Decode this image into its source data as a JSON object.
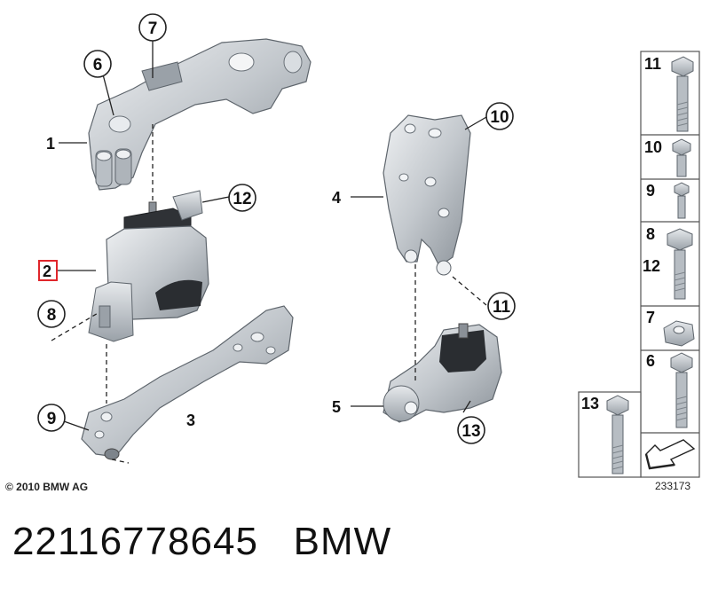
{
  "callouts": {
    "c1": "1",
    "c2": "2",
    "c3": "3",
    "c4": "4",
    "c5": "5",
    "c6": "6",
    "c7": "7",
    "c8": "8",
    "c9": "9",
    "c10": "10",
    "c11": "11",
    "c12": "12",
    "c13": "13"
  },
  "hardware_table": {
    "rows": [
      {
        "label": "11"
      },
      {
        "label": "10"
      },
      {
        "label": "9"
      },
      {
        "label": "8",
        "label2": "12"
      },
      {
        "label": "7"
      },
      {
        "label": "6"
      }
    ],
    "side_box_label": "13"
  },
  "copyright": "© 2010 BMW AG",
  "diagram_ref": "233173",
  "footer": {
    "part_number": "22116778645",
    "brand": "BMW"
  },
  "colors": {
    "highlight": "#e0262b",
    "part_fill": "#c9cdd2",
    "part_dark": "#6f757c",
    "rubber": "#2a2d31"
  }
}
